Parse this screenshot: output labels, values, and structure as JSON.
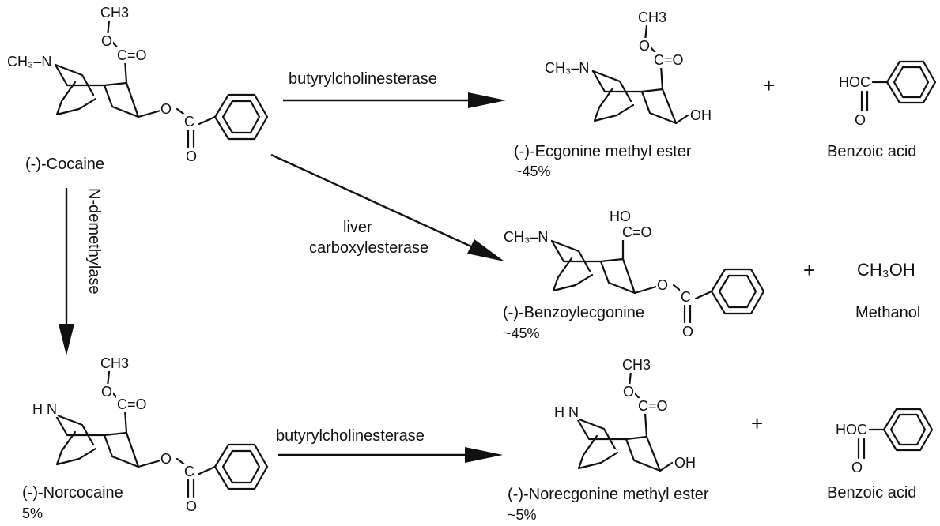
{
  "compounds": {
    "cocaine": "(-)-Cocaine",
    "ecgonine_methyl_ester": "(-)-Ecgonine methyl ester",
    "ecgonine_methyl_ester_yield": "~45%",
    "benzoic_acid_1": "Benzoic acid",
    "benzoylecgonine": "(-)-Benzoylecgonine",
    "benzoylecgonine_yield": "~45%",
    "methanol_formula": "CH₃OH",
    "methanol_name": "Methanol",
    "norcocaine": "(-)-Norcocaine",
    "norcocaine_yield": "5%",
    "norecgonine_methyl_ester": "(-)-Norecgonine methyl ester",
    "norecgonine_methyl_ester_yield": "~5%",
    "benzoic_acid_2": "Benzoic acid"
  },
  "enzymes": {
    "top": "butyrylcholinesterase",
    "middle_line1": "liver",
    "middle_line2": "carboxylesterase",
    "vertical": "N-demethylase",
    "bottom": "butyrylcholinesterase"
  },
  "plus_sign": "+",
  "atoms": {
    "ch3": "CH3",
    "n_methyl": "CH₃–N",
    "hn": "H N",
    "o": "O",
    "c_eq_o": "C=O",
    "c": "C",
    "oh": "OH",
    "ho": "HO",
    "hoc": "HOC",
    "double_bond": "II"
  }
}
